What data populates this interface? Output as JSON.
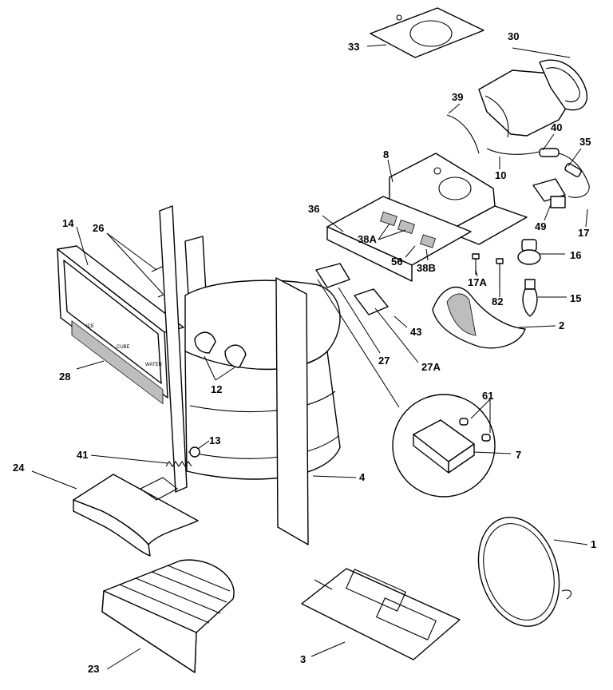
{
  "diagram": {
    "callouts": [
      "33",
      "30",
      "39",
      "40",
      "35",
      "8",
      "10",
      "36",
      "49",
      "17",
      "14",
      "26",
      "38A",
      "56",
      "38B",
      "16",
      "17A",
      "82",
      "15",
      "43",
      "2",
      "27",
      "27A",
      "28",
      "12",
      "61",
      "7",
      "41",
      "13",
      "4",
      "24",
      "1",
      "23",
      "3"
    ],
    "panel_labels": [
      "ICE",
      "CUBE",
      "WATER"
    ]
  }
}
